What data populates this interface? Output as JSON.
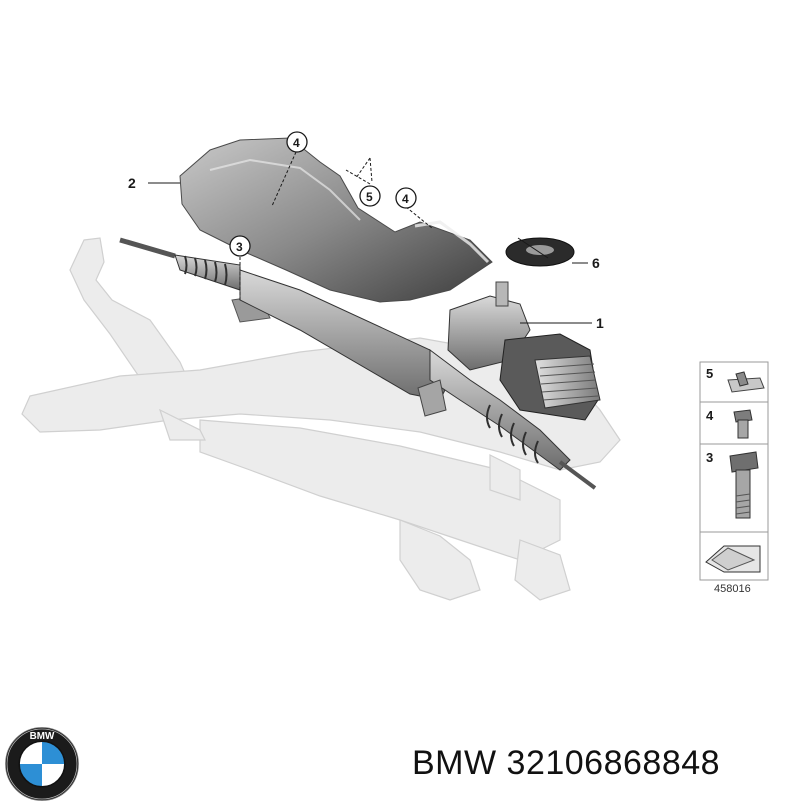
{
  "callouts": {
    "p1": "1",
    "p2": "2",
    "p3": "3",
    "p4a": "4",
    "p4b": "4",
    "p5": "5",
    "p6": "6"
  },
  "legend": {
    "items": [
      "5",
      "4",
      "3"
    ],
    "diagram_number": "458016"
  },
  "footer": {
    "brand": "BMW",
    "part_number": "32106868848"
  },
  "logo": {
    "letters": "BMW",
    "colors": {
      "blue": "#2d8fd5",
      "white": "#ffffff",
      "ring": "#1b1b1b"
    }
  }
}
